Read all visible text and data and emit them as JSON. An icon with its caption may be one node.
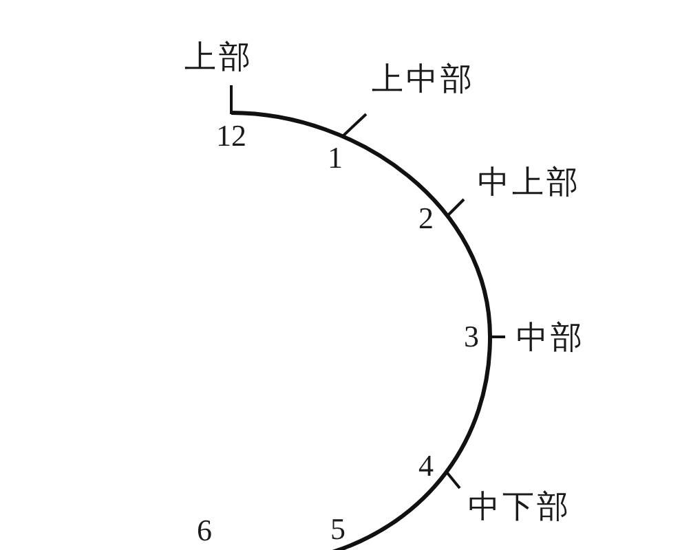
{
  "diagram": {
    "labels": [
      "上部",
      "上中部",
      "12",
      "1",
      "中上部",
      "2",
      "3",
      "中部",
      "4",
      "中下部",
      "5",
      "6"
    ]
  }
}
